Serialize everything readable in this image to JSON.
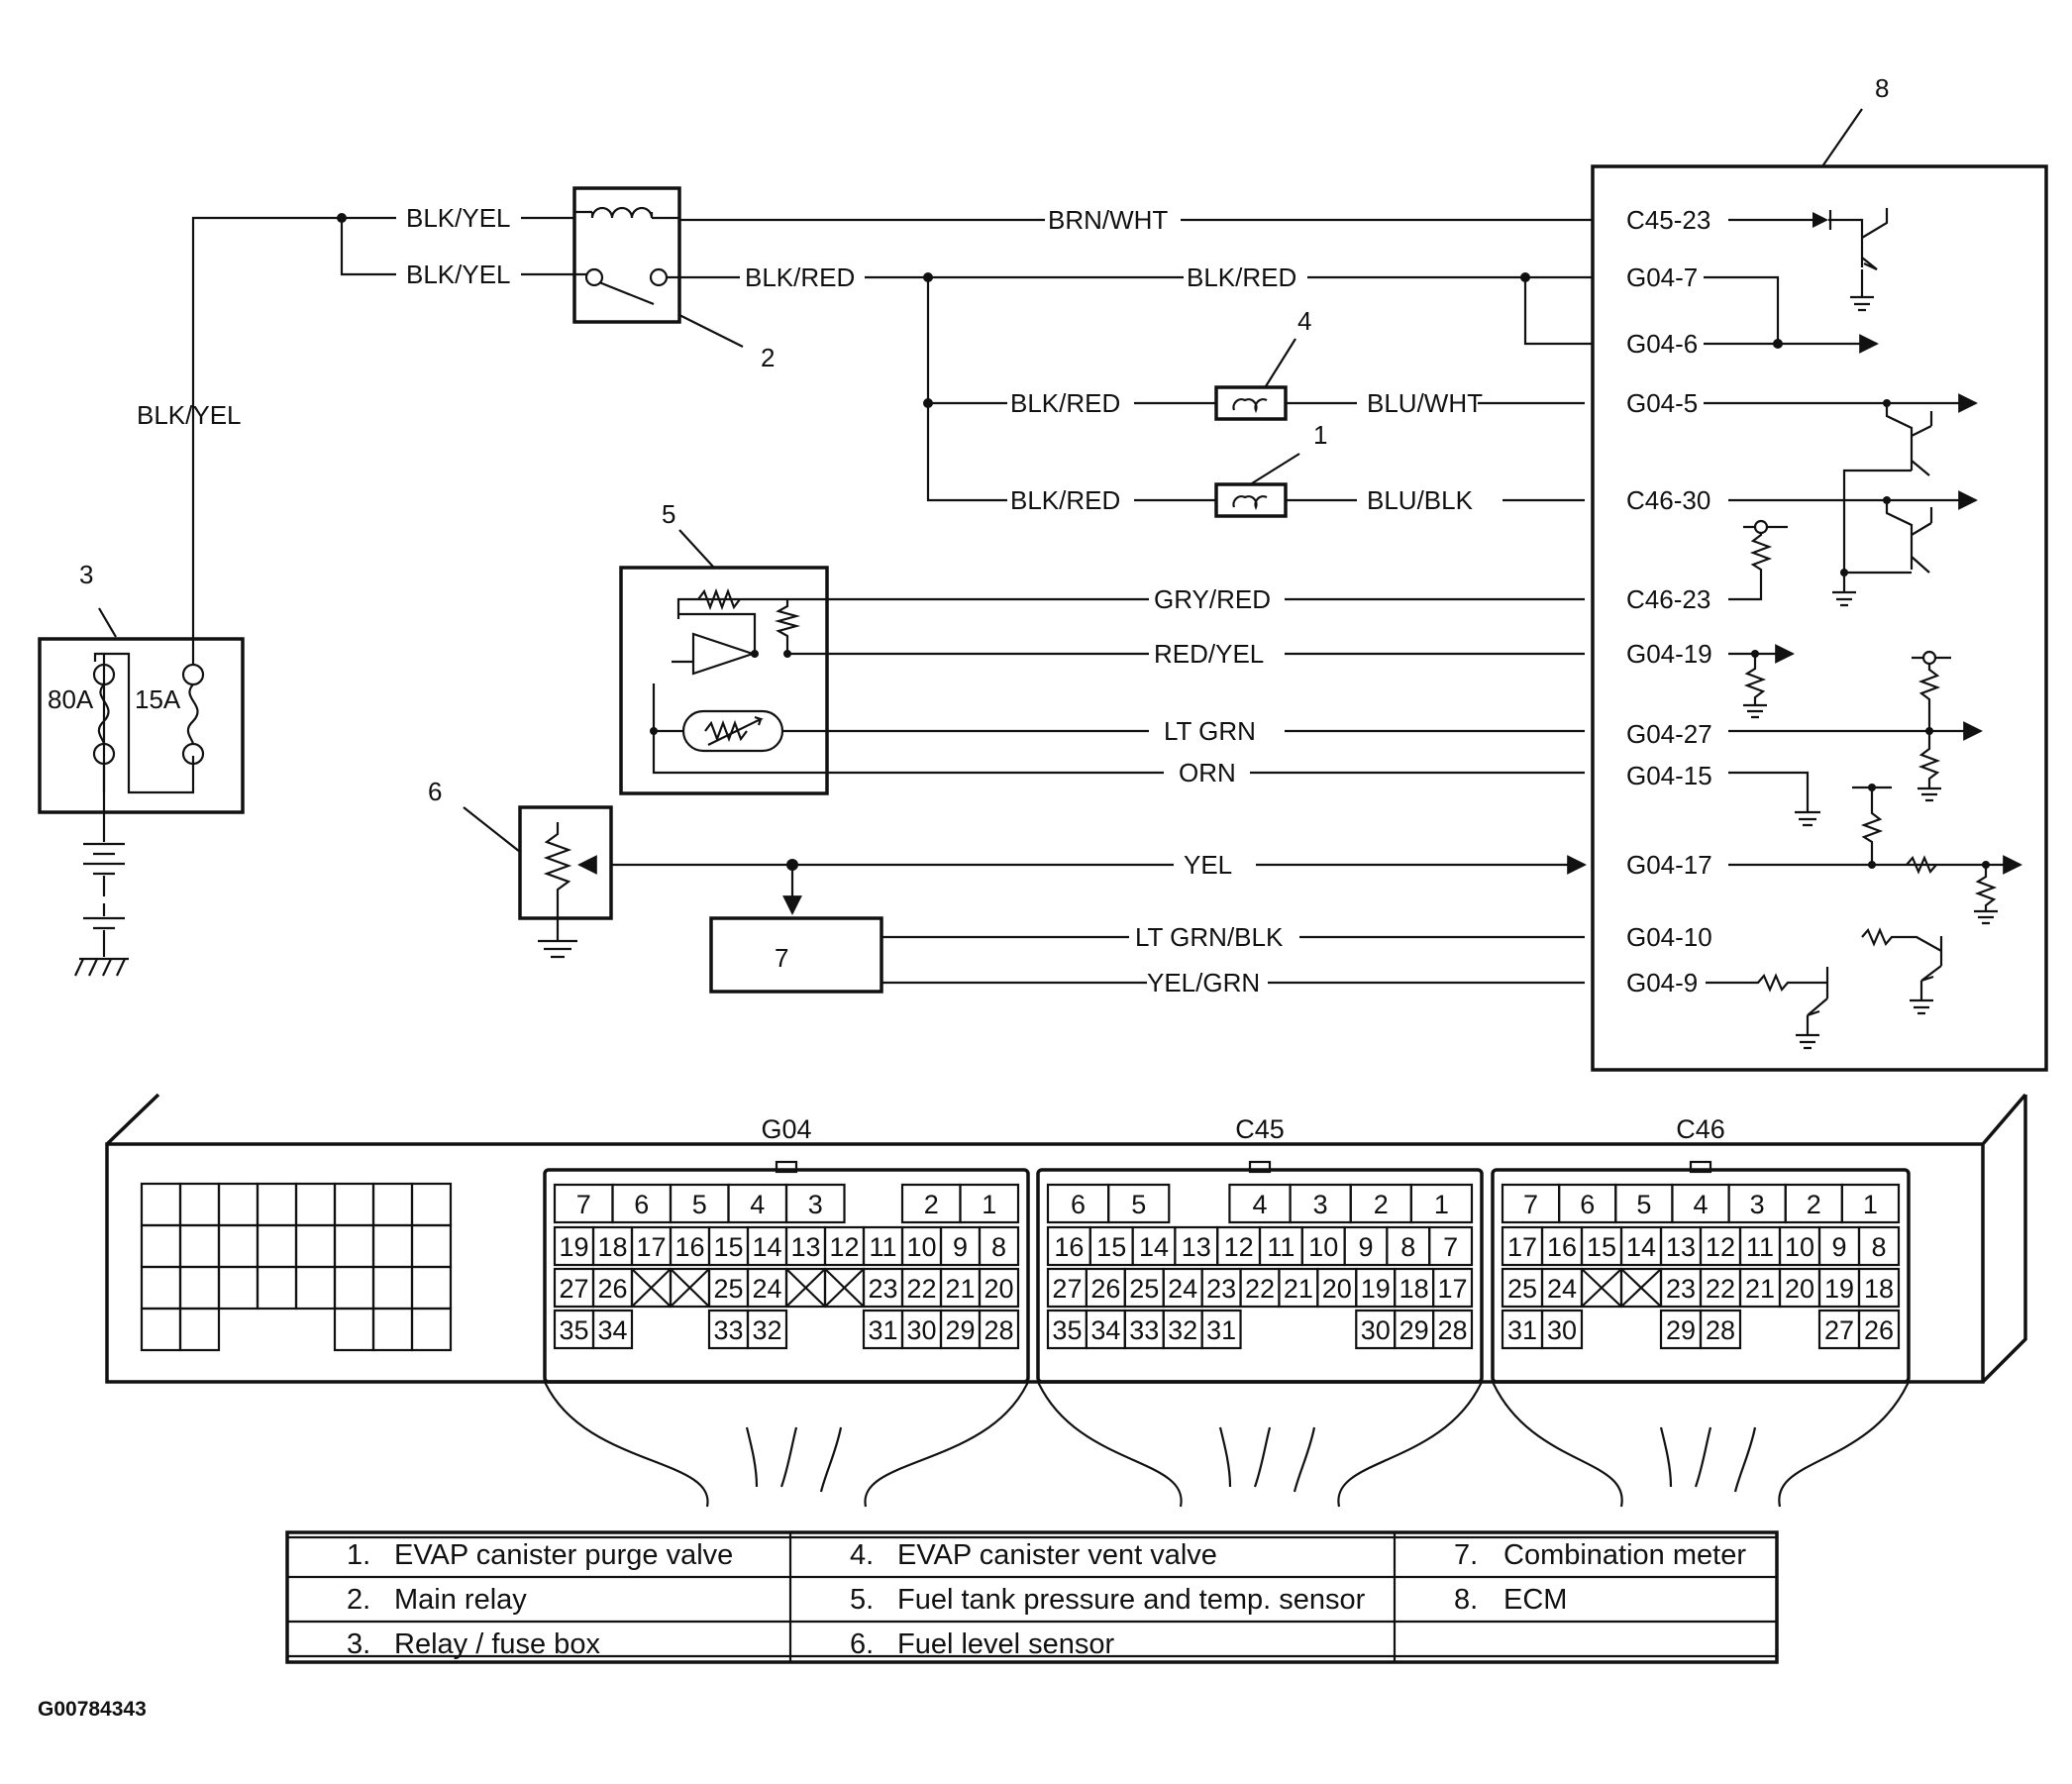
{
  "diagram": {
    "code": "G00784343",
    "wire_labels": {
      "blk_yel_top": "BLK/YEL",
      "blk_yel_mid": "BLK/YEL",
      "blk_yel_vert": "BLK/YEL",
      "brn_wht": "BRN/WHT",
      "blk_red_a": "BLK/RED",
      "blk_red_b": "BLK/RED",
      "blk_red_c": "BLK/RED",
      "blk_red_d": "BLK/RED",
      "blu_wht": "BLU/WHT",
      "blu_blk": "BLU/BLK",
      "gry_red": "GRY/RED",
      "red_yel": "RED/YEL",
      "lt_grn": "LT GRN",
      "orn": "ORN",
      "yel": "YEL",
      "lt_grn_blk": "LT GRN/BLK",
      "yel_grn": "YEL/GRN"
    },
    "pins": [
      "C45-23",
      "G04-7",
      "G04-6",
      "G04-5",
      "C46-30",
      "C46-23",
      "G04-19",
      "G04-27",
      "G04-15",
      "G04-17",
      "G04-10",
      "G04-9"
    ],
    "fuses": {
      "f80": "80A",
      "f15": "15A"
    },
    "callouts": {
      "c1": "1",
      "c2": "2",
      "c3": "3",
      "c4": "4",
      "c5": "5",
      "c6": "6",
      "c7": "7",
      "c8": "8"
    }
  },
  "connectors": [
    {
      "name": "G04",
      "rows": [
        [
          "7",
          "6",
          "5",
          "4",
          "3",
          "",
          "2",
          "1"
        ],
        [
          "19",
          "18",
          "17",
          "16",
          "15",
          "14",
          "13",
          "12",
          "11",
          "10",
          "9",
          "8"
        ],
        [
          "27",
          "26",
          "X",
          "X",
          "25",
          "24",
          "X",
          "X",
          "23",
          "22",
          "21",
          "20"
        ],
        [
          "35",
          "34",
          "",
          "",
          "33",
          "32",
          "",
          "",
          "31",
          "30",
          "29",
          "28"
        ]
      ]
    },
    {
      "name": "C45",
      "rows": [
        [
          "6",
          "5",
          "",
          "4",
          "3",
          "2",
          "1"
        ],
        [
          "16",
          "15",
          "14",
          "13",
          "12",
          "11",
          "10",
          "9",
          "8",
          "7"
        ],
        [
          "27",
          "26",
          "25",
          "24",
          "23",
          "22",
          "21",
          "20",
          "19",
          "18",
          "17"
        ],
        [
          "35",
          "34",
          "33",
          "32",
          "31",
          "",
          "",
          "",
          "30",
          "29",
          "28"
        ]
      ]
    },
    {
      "name": "C46",
      "rows": [
        [
          "7",
          "6",
          "5",
          "4",
          "3",
          "2",
          "1"
        ],
        [
          "17",
          "16",
          "15",
          "14",
          "13",
          "12",
          "11",
          "10",
          "9",
          "8"
        ],
        [
          "25",
          "24",
          "X",
          "X",
          "23",
          "22",
          "21",
          "20",
          "19",
          "18"
        ],
        [
          "31",
          "30",
          "",
          "",
          "29",
          "28",
          "",
          "",
          "27",
          "26"
        ]
      ]
    }
  ],
  "legend": [
    [
      "1.",
      "EVAP canister purge valve"
    ],
    [
      "2.",
      "Main relay"
    ],
    [
      "3.",
      "Relay / fuse box"
    ],
    [
      "4.",
      "EVAP canister vent valve"
    ],
    [
      "5.",
      "Fuel tank pressure and temp. sensor"
    ],
    [
      "6.",
      "Fuel level sensor"
    ],
    [
      "7.",
      "Combination meter"
    ],
    [
      "8.",
      "ECM"
    ]
  ]
}
